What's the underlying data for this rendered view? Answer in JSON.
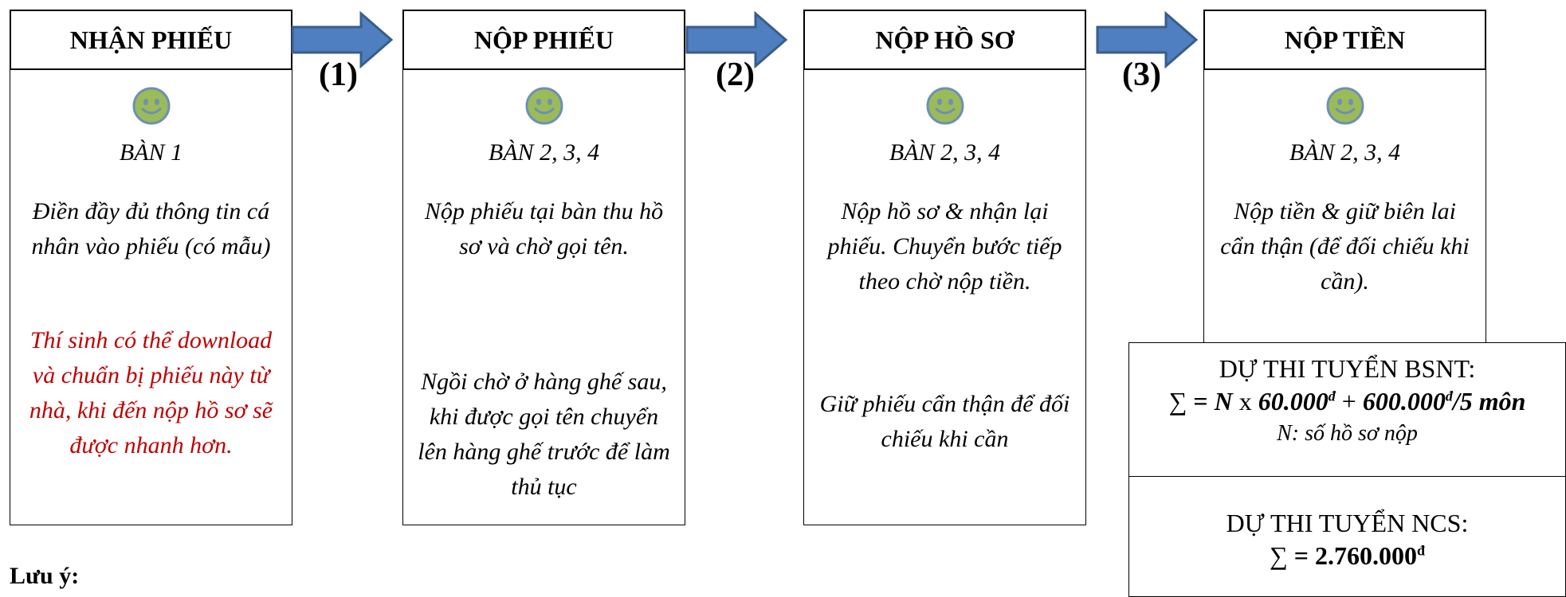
{
  "steps": [
    {
      "title": "NHẬN PHIẾU",
      "desk": "BÀN 1",
      "description": "Điền đầy đủ thông tin cá nhân vào phiếu (có mẫu)",
      "note": "Thí sinh có thể download và chuẩn bị phiếu này từ nhà, khi đến nộp hồ sơ sẽ được nhanh hơn."
    },
    {
      "title": "NỘP PHIẾU",
      "desk": "BÀN 2, 3, 4",
      "description": "Nộp phiếu tại bàn thu hồ sơ và chờ gọi tên.",
      "note": "Ngồi chờ ở hàng ghế sau, khi được gọi tên chuyển lên hàng ghế trước để làm thủ tục"
    },
    {
      "title": "NỘP HỒ SƠ",
      "desk": "BÀN 2, 3, 4",
      "description": "Nộp hồ sơ & nhận lại phiếu. Chuyển bước tiếp theo chờ nộp tiền.",
      "note": "Giữ phiếu cẩn thận để đối chiếu khi cần"
    },
    {
      "title": "NỘP TIỀN",
      "desk": "BÀN 2, 3, 4",
      "description": "Nộp tiền & giữ biên lai cẩn thận (để đối chiếu khi cần)."
    }
  ],
  "arrows": [
    "(1)",
    "(2)",
    "(3)"
  ],
  "fees": {
    "bsnt": {
      "title": "DỰ THI TUYỂN BSNT:",
      "sum_sign": "∑",
      "equals": " = ",
      "n": "N",
      "times": " x ",
      "per_file": "60.000",
      "currency": "đ",
      "plus": " + ",
      "per_subject": "600.000",
      "per_subject_tail": "/5 môn",
      "note": "N: số hồ sơ nộp"
    },
    "ncs": {
      "title": "DỰ THI TUYỂN NCS:",
      "sum_sign": "∑",
      "equals": " = ",
      "amount": "2.760.000",
      "currency": "đ"
    }
  },
  "footer": {
    "label": "Lưu ý:"
  },
  "colors": {
    "arrow_fill": "#4F7FC1",
    "arrow_stroke": "#385D8A",
    "smiley_fill": "#9BBB59",
    "smiley_stroke": "#6E8FB8",
    "note_red": "#C00000"
  }
}
